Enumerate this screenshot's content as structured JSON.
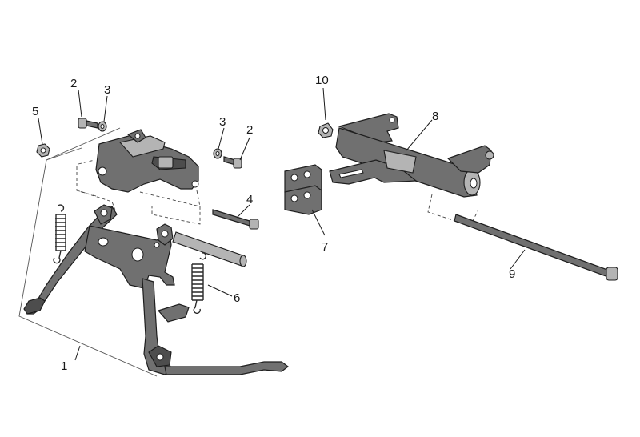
{
  "diagram": {
    "callouts": {
      "c1": "1",
      "c2a": "2",
      "c3a": "3",
      "c5": "5",
      "c3b": "3",
      "c2b": "2",
      "c4": "4",
      "c6": "6",
      "c10": "10",
      "c8": "8",
      "c7": "7",
      "c9": "9"
    }
  }
}
